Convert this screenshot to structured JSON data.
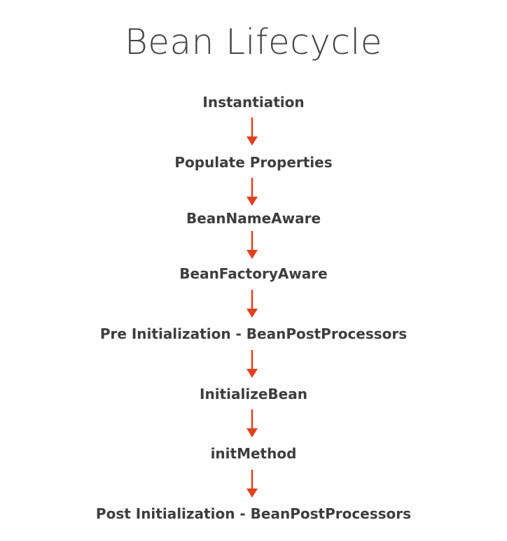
{
  "title": "Bean Lifecycle",
  "steps": [
    "Instantiation",
    "Populate Properties",
    "BeanNameAware",
    "BeanFactoryAware",
    "Pre Initialization - BeanPostProcessors",
    "InitializeBean",
    "initMethod",
    "Post Initialization - BeanPostProcessors"
  ],
  "colors": {
    "arrow": "#E2401F",
    "text": "#3D3D3D",
    "title": "#444444",
    "background": "#FFFFFF"
  },
  "icons": {
    "connector": "arrow-down-icon"
  }
}
